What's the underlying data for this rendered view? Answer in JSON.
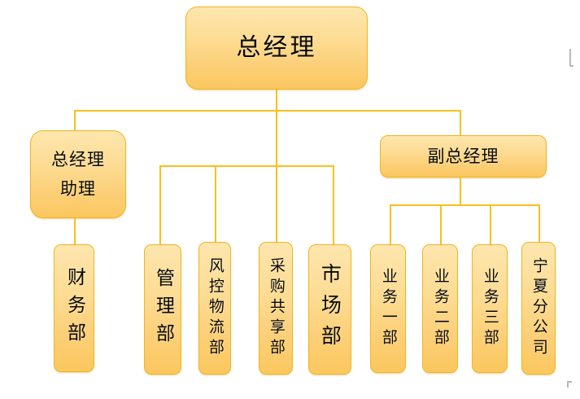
{
  "chart": {
    "type": "org-chart",
    "title": "",
    "colors": {
      "box_fill_top": "#FDE6AE",
      "box_fill_bottom": "#FBC75F",
      "box_border": "#F0B51F",
      "connector": "#FBBF1C",
      "text": "#0A0A0A",
      "background": "#FFFFFF"
    }
  },
  "nodes": {
    "root": {
      "id": "general-manager",
      "label": "总经理",
      "level": 0
    },
    "assistant": {
      "id": "gm-assistant",
      "label": "总经理助理",
      "label_line1": "总经理",
      "label_line2": "助理",
      "level": 1
    },
    "deputy": {
      "id": "deputy-general-manager",
      "label": "副总经理",
      "level": 1
    },
    "assistant_children": [
      {
        "id": "finance-dept",
        "label": "财务部",
        "chars": 3
      }
    ],
    "center_children": [
      {
        "id": "management-dept",
        "label": "管理部",
        "chars": 3
      },
      {
        "id": "risk-logistics-dept",
        "label": "风控物流部",
        "chars": 5
      },
      {
        "id": "procurement-sharing-dept",
        "label": "采购共享部",
        "chars": 5
      },
      {
        "id": "marketing-dept",
        "label": "市场部",
        "chars": 3
      }
    ],
    "deputy_children": [
      {
        "id": "business-dept-1",
        "label": "业务一部",
        "chars": 4
      },
      {
        "id": "business-dept-2",
        "label": "业务二部",
        "chars": 4
      },
      {
        "id": "business-dept-3",
        "label": "业务三部",
        "chars": 4
      },
      {
        "id": "ningxia-branch",
        "label": "宁夏分公司",
        "chars": 5
      }
    ]
  }
}
